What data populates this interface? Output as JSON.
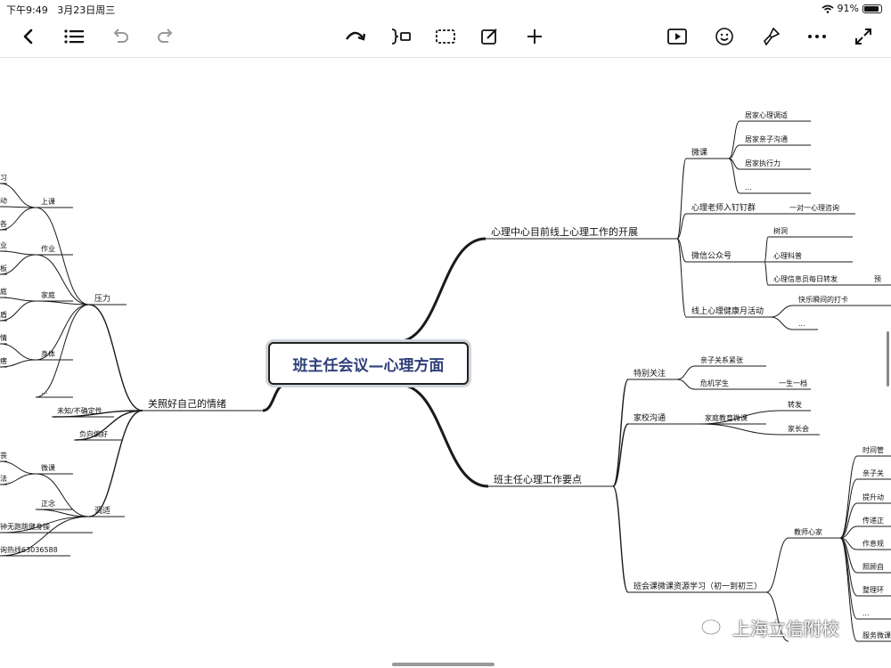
{
  "status_bar": {
    "time": "下午9:49",
    "date": "3月23日周三",
    "battery": "91%",
    "battery_level": 0.91
  },
  "toolbar": {
    "left": [
      "back-icon",
      "outline-list-icon",
      "undo-icon",
      "redo-icon"
    ],
    "center": [
      "relationship-icon",
      "subtopic-icon",
      "boundary-icon",
      "note-edit-icon",
      "add-icon"
    ],
    "right": [
      "presentation-icon",
      "emoji-icon",
      "format-brush-icon",
      "more-icon",
      "fullscreen-icon"
    ]
  },
  "mindmap": {
    "root": "班主任会议—心理方面",
    "branch_online": "心理中心目前线上心理工作的开展",
    "online": {
      "weike": "微课",
      "weike_items": [
        "居家心理调适",
        "居家亲子沟通",
        "居家执行力",
        "..."
      ],
      "dingding": "心理老师入钉钉群",
      "dingding_child": "一对一心理咨询",
      "gongzhonghao": "微信公众号",
      "gzh_items": [
        "树洞",
        "心理科普",
        "心理信息员每日转发"
      ],
      "gzh_tail": "预",
      "activity": "线上心理健康月活动",
      "activity_items": [
        "快乐瞬间的打卡",
        "..."
      ]
    },
    "branch_points": "班主任心理工作要点",
    "points": {
      "special": "特别关注",
      "special_items": [
        "亲子关系紧张",
        "危机学生"
      ],
      "crisis_child": "一生一档",
      "home_school": "家校沟通",
      "family_course": "家庭教育微课",
      "family_items": [
        "转发",
        "家长会"
      ],
      "class_course": "班会课微课资源学习（初一到初三）",
      "teacher_heart": "教师心家",
      "teacher_items": [
        "时间管",
        "亲子关",
        "提升动",
        "传递正",
        "作息规",
        "照顾自",
        "整理环",
        "...",
        "服务微课"
      ]
    },
    "branch_emotion": "关照好自己的情绪",
    "emotion": {
      "pressure": "压力",
      "pressure_items": [
        "上课",
        "作业",
        "家庭",
        "身体",
        "..."
      ],
      "class_leaves": [
        "习",
        "动",
        "各"
      ],
      "homework_leaves": [
        "业",
        "板"
      ],
      "family_leaves": [
        "庭",
        "盾"
      ],
      "body_leaves": [
        "情",
        "瘩"
      ],
      "unknown": "未知/不确定性",
      "negative": "负向偏好",
      "adjust": "调适",
      "adjust_items": [
        "微课",
        "正念"
      ],
      "weike_leaves": [
        "丧",
        "法"
      ],
      "exercise": "钟无跑跳健身操",
      "hotline": "询热线63036588"
    }
  },
  "watermark": "上海立信附校"
}
